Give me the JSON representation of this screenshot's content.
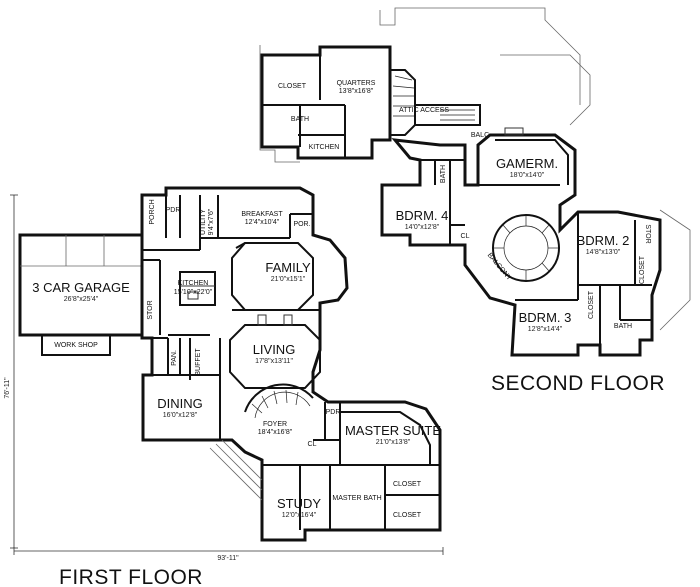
{
  "first_floor": {
    "title": "FIRST FLOOR",
    "dimensions": {
      "width": "93'-11\"",
      "depth": "76'-11\""
    },
    "rooms": {
      "garage": {
        "name": "3 CAR GARAGE",
        "size": "26'8\"x25'4\""
      },
      "workshop": {
        "name": "WORK SHOP"
      },
      "stor": {
        "name": "STOR"
      },
      "porch": {
        "name": "PORCH"
      },
      "pdr": {
        "name": "PDR"
      },
      "utility": {
        "name": "UTILITY",
        "size": "9'4\"x7'6\""
      },
      "breakfast": {
        "name": "BREAKFAST",
        "size": "12'4\"x10'4\""
      },
      "por": {
        "name": "POR."
      },
      "kitchen": {
        "name": "KITCHEN",
        "size": "15'10\"x22'0\""
      },
      "family": {
        "name": "FAMILY",
        "size": "21'0\"x15'1\""
      },
      "pan": {
        "name": "PAN."
      },
      "buffet": {
        "name": "BUFFET"
      },
      "living": {
        "name": "LIVING",
        "size": "17'8\"x13'11\""
      },
      "dining": {
        "name": "DINING",
        "size": "16'0\"x12'8\""
      },
      "foyer": {
        "name": "FOYER",
        "size": "18'4\"x16'8\""
      },
      "cl": {
        "name": "CL"
      },
      "pdr2": {
        "name": "PDR"
      },
      "master_suite": {
        "name": "MASTER SUITE",
        "size": "21'0\"x13'8\""
      },
      "study": {
        "name": "STUDY",
        "size": "12'0\"x16'4\""
      },
      "master_bath": {
        "name": "MASTER BATH"
      },
      "closet_a": {
        "name": "CLOSET"
      },
      "closet_b": {
        "name": "CLOSET"
      }
    }
  },
  "second_floor": {
    "title": "SECOND FLOOR",
    "rooms": {
      "closet": {
        "name": "CLOSET"
      },
      "quarters": {
        "name": "QUARTERS",
        "size": "13'8\"x16'8\""
      },
      "bath": {
        "name": "BATH"
      },
      "kitchen": {
        "name": "KITCHEN"
      },
      "attic": {
        "name": "ATTIC ACCESS"
      },
      "balc": {
        "name": "BALC"
      },
      "gamerm": {
        "name": "GAMERM.",
        "size": "18'0\"x14'0\""
      },
      "bath2": {
        "name": "BATH"
      },
      "bdrm4": {
        "name": "BDRM. 4",
        "size": "14'0\"x12'8\""
      },
      "cl": {
        "name": "CL"
      },
      "balcony": {
        "name": "BALCONY"
      },
      "bdrm2": {
        "name": "BDRM. 2",
        "size": "14'8\"x13'0\""
      },
      "stor": {
        "name": "STOR"
      },
      "closet2": {
        "name": "CLOSET"
      },
      "closet3": {
        "name": "CLOSET"
      },
      "bath3": {
        "name": "BATH"
      },
      "bdrm3": {
        "name": "BDRM. 3",
        "size": "12'8\"x14'4\""
      }
    }
  }
}
